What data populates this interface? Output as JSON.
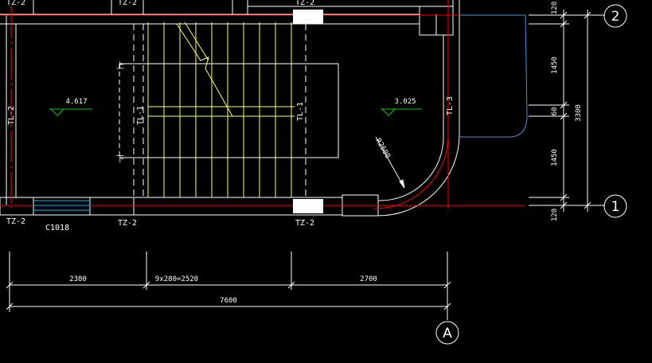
{
  "colors": {
    "background": "#000000",
    "wall": "#ffffff",
    "axis_line": "#ff0000",
    "stair": "#ffff66",
    "dimension": "#ffffff",
    "elevation_marker": "#00cc00",
    "window": "#00bbff",
    "outline": "#4a90e2"
  },
  "labels": {
    "tz2_top_left": "TZ-2",
    "tz2_top_mid": "TZ-2",
    "tz2_top_right": "TZ-2",
    "tz2_bottom_left": "TZ-2",
    "tz2_bottom_mid": "TZ-2",
    "tz2_bottom_right": "TZ-2",
    "tl2": "TL-2",
    "tl1_left": "TL-1",
    "tl1_right": "TL-1",
    "tl3": "TL-3",
    "window_code": "C1018",
    "stair_up": "上",
    "stair_down": "下",
    "radius": "R2600"
  },
  "elevations": {
    "left": "4.617",
    "right": "3.025"
  },
  "dimensions": {
    "bottom_seg1": "2380",
    "bottom_seg2": "9x280=2520",
    "bottom_seg3": "2700",
    "bottom_total": "7600",
    "right_120_top": "120",
    "right_1450_top": "1450",
    "right_60": "60",
    "right_1450_bottom": "1450",
    "right_120_bottom": "120",
    "right_total": "3300"
  },
  "axes": {
    "axis_2": "2",
    "axis_1": "1",
    "axis_a": "A"
  }
}
